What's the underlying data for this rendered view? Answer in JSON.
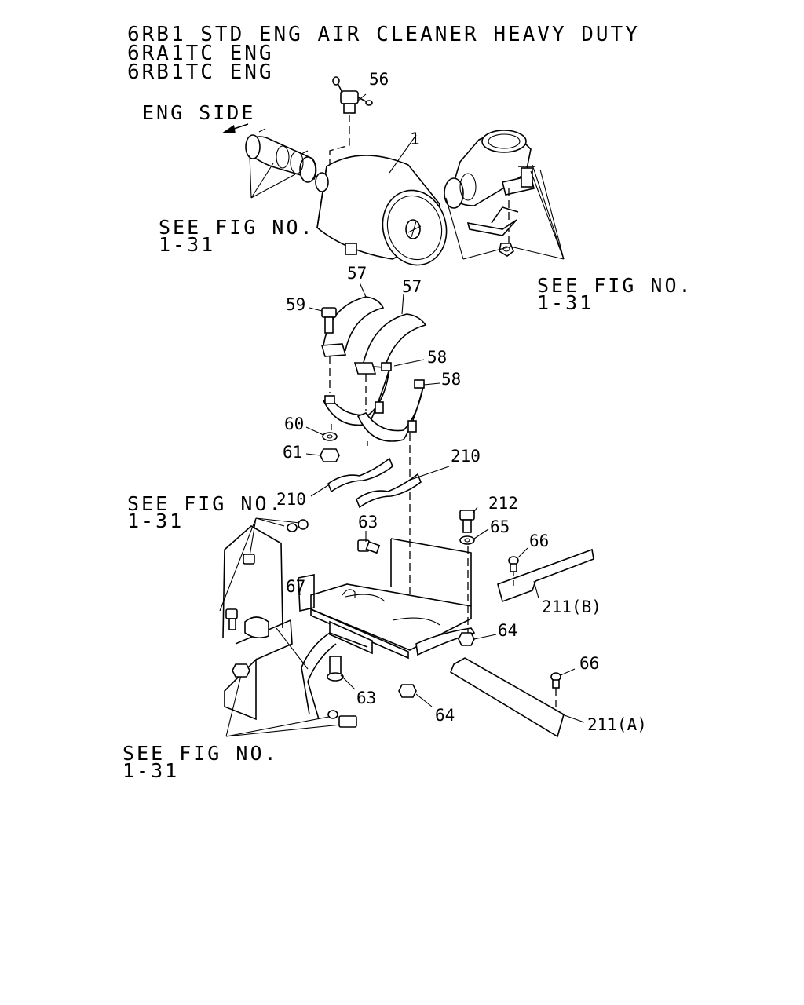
{
  "title": {
    "line1": "6RB1 STD ENG AIR CLEANER HEAVY DUTY",
    "line2": "6RA1TC ENG",
    "line3": "6RB1TC ENG"
  },
  "direction": {
    "eng_side": "ENG SIDE"
  },
  "references": [
    {
      "line1": "SEE FIG NO.",
      "line2": "1-31"
    },
    {
      "line1": "SEE FIG NO.",
      "line2": "1-31"
    },
    {
      "line1": "SEE FIG NO.",
      "line2": "1-31"
    },
    {
      "line1": "SEE FIG NO.",
      "line2": "1-31"
    }
  ],
  "parts": {
    "p56": "56",
    "p1": "1",
    "p57a": "57",
    "p57b": "57",
    "p59": "59",
    "p58a": "58",
    "p58b": "58",
    "p60": "60",
    "p61": "61",
    "p210a": "210",
    "p210b": "210",
    "p212": "212",
    "p63a": "63",
    "p65": "65",
    "p66a": "66",
    "p67": "67",
    "p211b": "211(B)",
    "p64a": "64",
    "p63b": "63",
    "p66b": "66",
    "p64b": "64",
    "p211a": "211(A)"
  }
}
